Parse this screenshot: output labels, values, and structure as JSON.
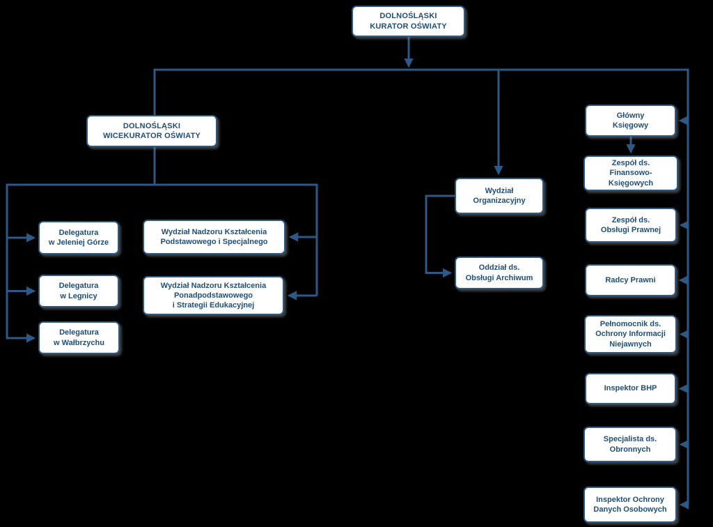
{
  "colors": {
    "background": "#000000",
    "box_fill": "#ffffff",
    "box_border": "#2d5986",
    "text": "#1f4e79",
    "connector": "#2d5986"
  },
  "nodes": {
    "kurator": "DOLNOŚLĄSKI\nKURATOR OŚWIATY",
    "wicekurator": "DOLNOŚLĄSKI\nWICEKURATOR OŚWIATY",
    "delegatura_jelenia_gora": "Delegatura\nw Jeleniej Górze",
    "delegatura_legnica": "Delegatura\nw Legnicy",
    "delegatura_walbrzych": "Delegatura\nw Wałbrzychu",
    "wydzial_nadzoru_podstawowego": "Wydział Nadzoru Kształcenia\nPodstawowego i Specjalnego",
    "wydzial_nadzoru_ponadpodstawowego": "Wydział Nadzoru Kształcenia\nPonadpodstawowego\ni Strategii Edukacyjnej",
    "wydzial_organizacyjny": "Wydział\nOrganizacyjny",
    "oddzial_archiwum": "Oddział ds.\nObsługi Archiwum",
    "glowny_ksiegowy": "Główny\nKsięgowy",
    "zespol_finansowo_ksiegowy": "Zespół ds.\nFinansowo-\nKsięgowych",
    "zespol_obslugi_prawnej": "Zespół ds.\nObsługi Prawnej",
    "radcy_prawni": "Radcy Prawni",
    "pelnomocnik_ochrony_informacji": "Pełnomocnik ds.\nOchrony Informacji\nNiejawnych",
    "inspektor_bhp": "Inspektor BHP",
    "specjalista_obronny": "Specjalista ds.\nObronnych",
    "inspektor_ochrony_danych": "Inspektor Ochrony\nDanych Osobowych"
  },
  "edges": [
    {
      "from": "kurator",
      "to": "wicekurator"
    },
    {
      "from": "kurator",
      "to": "wydzial_organizacyjny"
    },
    {
      "from": "kurator",
      "to": "glowny_ksiegowy"
    },
    {
      "from": "kurator",
      "to": "zespol_obslugi_prawnej"
    },
    {
      "from": "kurator",
      "to": "radcy_prawni"
    },
    {
      "from": "kurator",
      "to": "pelnomocnik_ochrony_informacji"
    },
    {
      "from": "kurator",
      "to": "inspektor_bhp"
    },
    {
      "from": "kurator",
      "to": "specjalista_obronny"
    },
    {
      "from": "kurator",
      "to": "inspektor_ochrony_danych"
    },
    {
      "from": "wicekurator",
      "to": "delegatura_jelenia_gora"
    },
    {
      "from": "wicekurator",
      "to": "delegatura_legnica"
    },
    {
      "from": "wicekurator",
      "to": "delegatura_walbrzych"
    },
    {
      "from": "wicekurator",
      "to": "wydzial_nadzoru_podstawowego"
    },
    {
      "from": "wicekurator",
      "to": "wydzial_nadzoru_ponadpodstawowego"
    },
    {
      "from": "wydzial_organizacyjny",
      "to": "oddzial_archiwum"
    },
    {
      "from": "glowny_ksiegowy",
      "to": "zespol_finansowo_ksiegowy"
    }
  ]
}
